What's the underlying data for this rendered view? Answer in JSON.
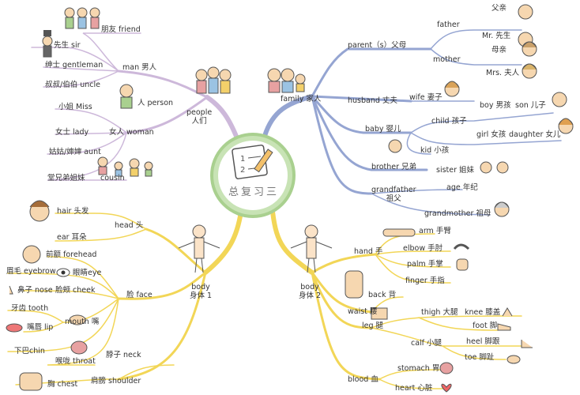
{
  "diagram": {
    "center": {
      "title": "总复习三"
    },
    "branches": {
      "people": {
        "label": "people",
        "label_cn": "人们",
        "color": "#c9b3d6",
        "items": {
          "friend": "朋友 friend",
          "sir": "先生 sir",
          "man": "man 男人",
          "gentleman": "绅士 gentleman",
          "uncle": "叔叔/伯伯 uncle",
          "person": "人 person",
          "miss": "小姐 Miss",
          "lady": "女士  lady",
          "woman": "女人 woman",
          "aunt": "姑姑/婶婶 aunt",
          "cousin_cn": "堂兄弟姐妹",
          "cousin": "cousin"
        }
      },
      "family": {
        "label": "family 家人",
        "color": "#8f9fcc",
        "items": {
          "parent": "parent（s）父母",
          "father": "father",
          "father_cn": "父亲",
          "mr": "Mr. 先生",
          "mother": "mother",
          "mother_cn": "母亲",
          "mrs": "Mrs. 夫人",
          "husband": "husband 丈夫",
          "wife": "wife 妻子",
          "baby": "baby 婴儿",
          "child": "child 孩子",
          "boy": "boy 男孩",
          "son": "son 儿子",
          "girl": "girl 女孩",
          "daughter": "daughter 女儿",
          "kid": "kid 小孩",
          "brother": "brother 兄弟",
          "sister": "sister 姐妹",
          "grandfather": "grandfather",
          "grandfather_cn": "祖父",
          "age": "age 年纪",
          "grandmother": "grandmother 祖母"
        }
      },
      "body1": {
        "label": "body",
        "label_cn": "身体 1",
        "color": "#f2d657",
        "items": {
          "hair": "hair 头发",
          "head": "head 头",
          "ear": "ear 耳朵",
          "forehead": "前额 forehead",
          "eyebrow": "眉毛 eyebrow",
          "eye": "眼睛eye",
          "nose": "鼻子 nose",
          "cheek": "脸颊 cheek",
          "face": "脸  face",
          "tooth": "牙齿 tooth",
          "mouth": "mouth 嘴",
          "lip": "嘴唇 lip",
          "chin": "下巴chin",
          "throat": "喉咙 throat",
          "neck": "脖子 neck",
          "chest": "胸  chest",
          "shoulder": "肩膀 shoulder"
        }
      },
      "body2": {
        "label": "body",
        "label_cn": "身体 2",
        "color": "#f2d657",
        "items": {
          "arm": "arm  手臂",
          "hand": "hand 手",
          "elbow": "elbow 手肘",
          "palm": "palm 手掌",
          "finger": "finger 手指",
          "back": "back 背",
          "waist": "waist 腰",
          "leg": "leg 腿",
          "thigh": "thigh 大腿",
          "knee": "knee 膝盖",
          "foot": "foot 脚",
          "calf": "calf 小腿",
          "heel": "heel 脚跟",
          "toe": "toe 脚趾",
          "blood": "blood 血",
          "stomach": "stomach 胃",
          "heart": "heart 心脏"
        }
      }
    },
    "colors": {
      "center_fill": "#c8e3b5",
      "center_stroke": "#a9d08f",
      "text": "#333333"
    }
  }
}
